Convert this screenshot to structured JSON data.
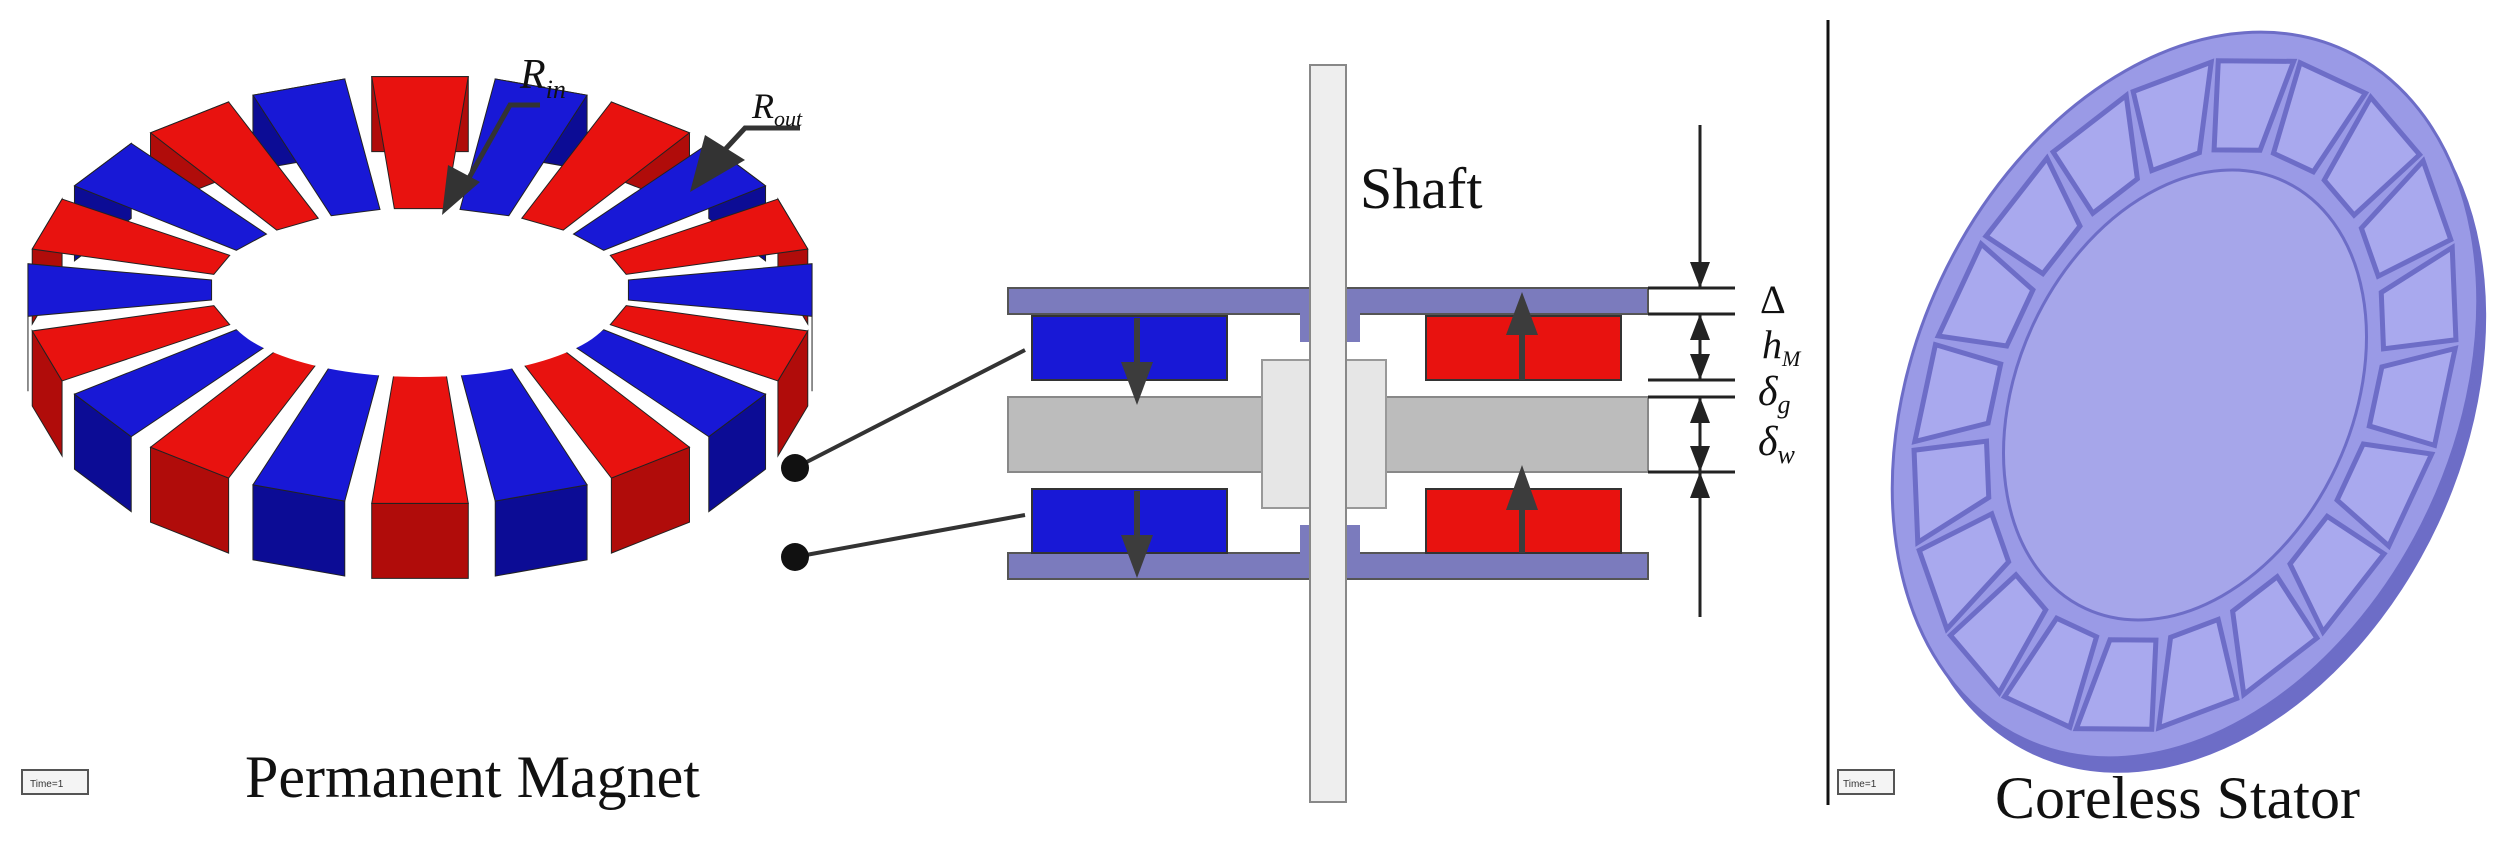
{
  "labels": {
    "permanent_magnet": "Permanent Magnet",
    "coreless_stator": "Coreless Stator",
    "shaft": "Shaft",
    "r_in_main": "R",
    "r_in_sub": "in",
    "r_out_main": "R",
    "r_out_sub": "out",
    "delta": "Δ",
    "h_main": "h",
    "h_sub": "M",
    "delta_g_main": "δ",
    "delta_g_sub": "g",
    "delta_w_main": "δ",
    "delta_w_sub": "w",
    "time_tag_left": "Time=1",
    "time_tag_right": "Time=1"
  },
  "colors": {
    "magnet_red": "#e8120f",
    "magnet_red_dark": "#b00c0a",
    "magnet_blue": "#1818d6",
    "magnet_blue_dark": "#0c0c95",
    "back_iron": "#7b7bbd",
    "rotor_disc": "#bcbcbc",
    "shaft": "#eeeeee",
    "stator": "#9a9ae6",
    "stator_dark": "#6d6dc7",
    "arrow": "#3c3c3c"
  }
}
